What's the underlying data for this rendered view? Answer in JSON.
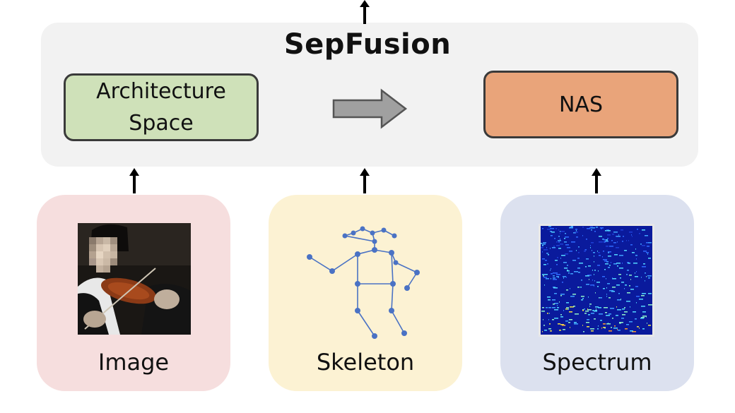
{
  "diagram": {
    "title": "SepFusion",
    "architecture_box": {
      "line1": "Architecture",
      "line2": "Space"
    },
    "nas_box": {
      "label": "NAS"
    },
    "cards": [
      {
        "label": "Image"
      },
      {
        "label": "Skeleton"
      },
      {
        "label": "Spectrum"
      }
    ],
    "colors": {
      "panel": "#f2f2f2",
      "architecture_fill": "#cfe1b9",
      "nas_fill": "#e9a47a",
      "image_card": "#f6dede",
      "skeleton_card": "#fcf2d3",
      "spectrum_card": "#dce1ef",
      "skeleton_joint": "#4a72c4",
      "arrow_gray": "#a0a0a0"
    }
  }
}
